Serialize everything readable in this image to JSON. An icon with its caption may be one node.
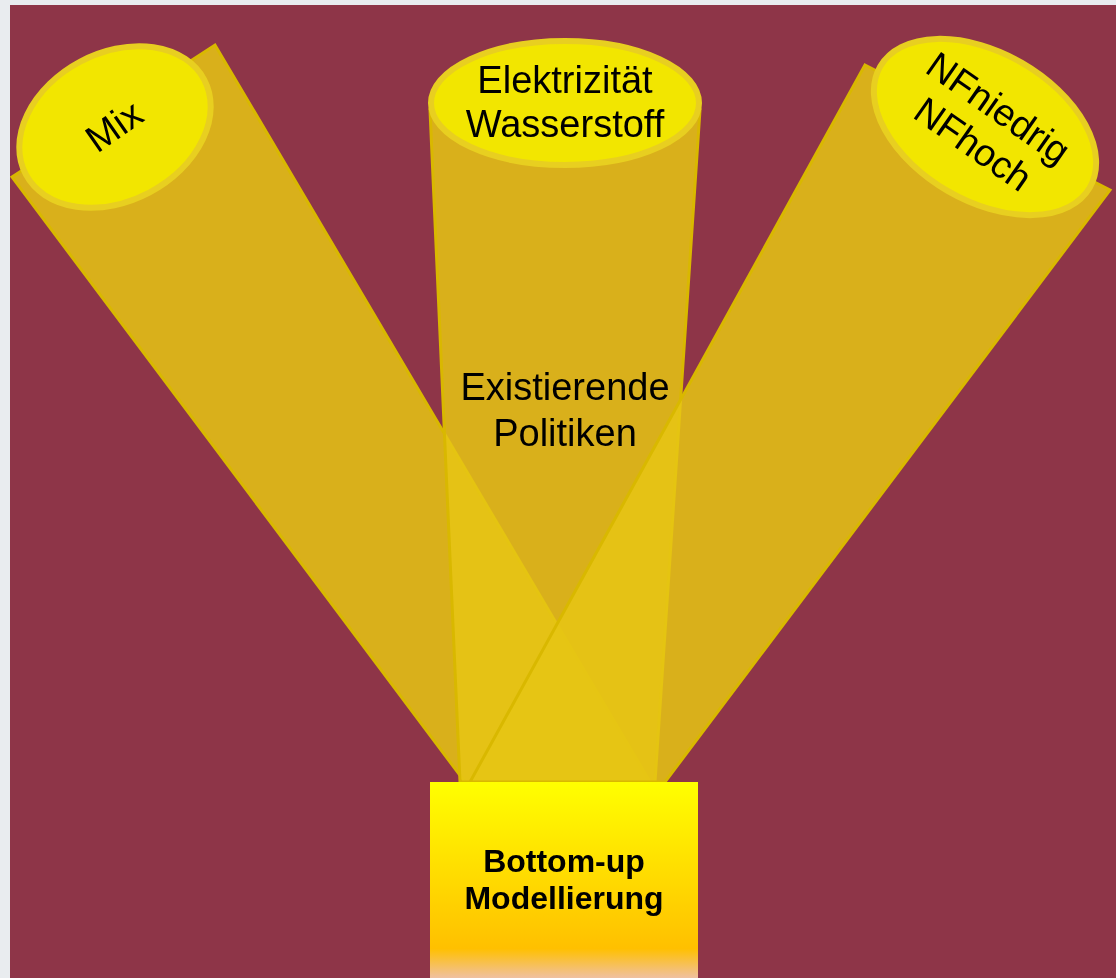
{
  "diagram": {
    "nodes": [
      {
        "text": [
          "Bottom-up Modellierung"
        ]
      },
      {
        "text": [
          "Mix"
        ]
      },
      {
        "text": [
          "Elektrizität",
          "Wasserstoff"
        ]
      },
      {
        "text": [
          "NFniedrig",
          "NFhoch"
        ]
      }
    ],
    "edges": [
      {
        "from": 0,
        "to": 1,
        "arrow": "none"
      },
      {
        "from": 0,
        "to": 2,
        "arrow": "none"
      },
      {
        "from": 0,
        "to": 3,
        "arrow": "none"
      }
    ],
    "labels": [
      "Existierende Politiken"
    ]
  }
}
